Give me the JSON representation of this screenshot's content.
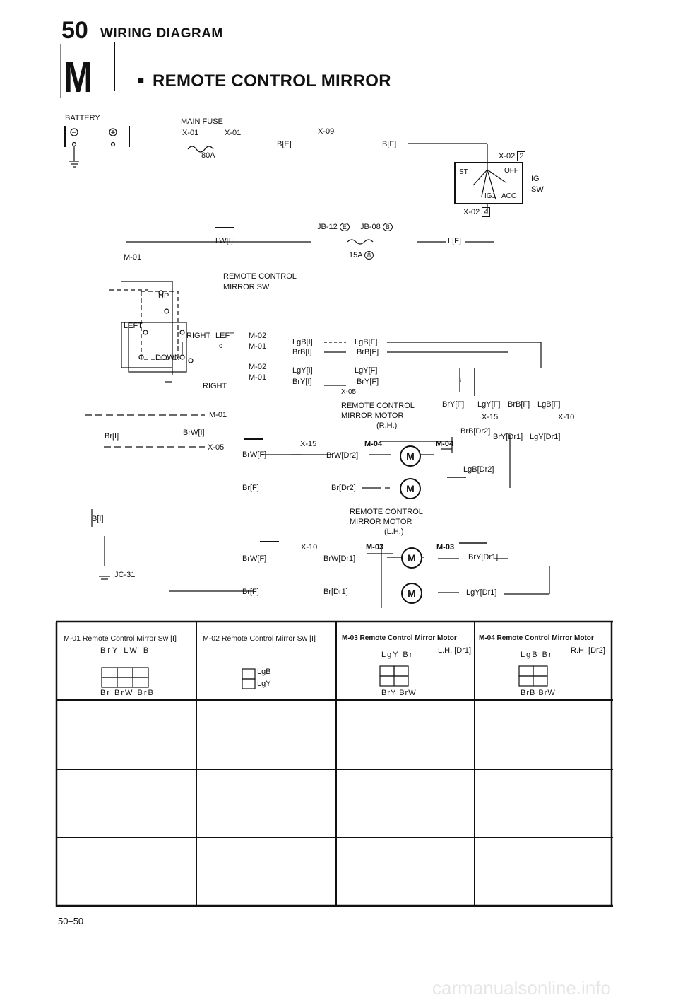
{
  "header": {
    "page_number": "50",
    "section_title": "WIRING DIAGRAM",
    "section_letter": "M",
    "diagram_title": "REMOTE CONTROL MIRROR",
    "bullet": "■"
  },
  "battery": {
    "label": "BATTERY"
  },
  "main_fuse": {
    "label": "MAIN FUSE",
    "conn_left": "X-01",
    "conn_right": "X-01",
    "rating": "80A"
  },
  "wires": {
    "b_e": "B[E]",
    "x09": "X-09",
    "b_f": "B[F]",
    "x02_2": "X-02",
    "x02_2_pin": "2",
    "x02_4": "X-02",
    "x02_4_pin": "4",
    "lw_i": "LW[I]",
    "jb12": "JB-12",
    "jb12_pin": "E",
    "jb08": "JB-08",
    "jb08_pin": "B",
    "fuse15": "15A",
    "fuse15_pin": "8",
    "l_f": "L[F]",
    "m01_top": "M-01",
    "b_i": "B[I]",
    "jc31": "JC-31"
  },
  "ig_sw": {
    "label1": "IG",
    "label2": "SW",
    "st": "ST",
    "off": "OFF",
    "ig1": "IG1",
    "acc": "ACC"
  },
  "rc_switch": {
    "title1": "REMOTE CONTROL",
    "title2": "MIRROR SW",
    "up": "UP",
    "down": "DOWN",
    "left": "LEFT",
    "right_top": "RIGHT",
    "left2": "LEFT",
    "right_bottom": "RIGHT",
    "c": "c",
    "m02a": "M-02",
    "m01a": "M-01",
    "m02b": "M-02",
    "m01b": "M-01",
    "m01_dash": "M-01",
    "x05": "X-05",
    "br_i": "Br[I]",
    "brw_i": "BrW[I]"
  },
  "harness": {
    "lgb_i": "LgB[I]",
    "brb_i": "BrB[I]",
    "lgy_i": "LgY[I]",
    "bry_i": "BrY[I]",
    "lgb_f": "LgB[F]",
    "brb_f": "BrB[F]",
    "lgy_f": "LgY[F]",
    "bry_f": "BrY[F]",
    "x05b": "X-05",
    "top_bry": "BrY[F]",
    "top_lgy": "LgY[F]",
    "top_brb": "BrB[F]",
    "top_lgb": "LgB[F]",
    "x15": "X-15",
    "x10": "X-10",
    "brb_dr2": "BrB[Dr2]",
    "bry_dr1": "BrY[Dr1]",
    "lgy_dr1": "LgY[Dr1]",
    "lgb_dr2": "LgB[Dr2]"
  },
  "rh_motor": {
    "title1": "REMOTE CONTROL",
    "title2": "MIRROR MOTOR",
    "title3": "(R.H.)",
    "x15": "X-15",
    "m04a": "M-04",
    "m04b": "M-04",
    "brw_f": "BrW[F]",
    "brw_dr2": "BrW[Dr2]",
    "br_f": "Br[F]",
    "br_dr2": "Br[Dr2]",
    "m": "M"
  },
  "lh_motor": {
    "title1": "REMOTE CONTROL",
    "title2": "MIRROR MOTOR",
    "title3": "(L.H.)",
    "x10": "X-10",
    "m03a": "M-03",
    "m03b": "M-03",
    "brw_f": "BrW[F]",
    "brw_dr1": "BrW[Dr1]",
    "br_f": "Br[F]",
    "br_dr1": "Br[Dr1]",
    "bry_dr1": "BrY[Dr1]",
    "lgy_dr1": "LgY[Dr1]",
    "m": "M"
  },
  "connectors": [
    {
      "title": "M-01 Remote Control Mirror Sw [I]",
      "top_pins": "BrY LW B",
      "bottom_pins": "Br BrW BrB"
    },
    {
      "title": "M-02 Remote Control Mirror Sw [I]",
      "pin1": "LgB",
      "pin2": "LgY"
    },
    {
      "title": "M-03 Remote Control Mirror Motor",
      "side": "L.H. [Dr1]",
      "top_pins": "LgY Br",
      "bottom_pins": "BrY BrW"
    },
    {
      "title": "M-04 Remote Control Mirror Motor",
      "side": "R.H. [Dr2]",
      "top_pins": "LgB Br",
      "bottom_pins": "BrB BrW"
    }
  ],
  "footer": {
    "page_ref": "50–50",
    "watermark": "carmanualsonline.info"
  }
}
